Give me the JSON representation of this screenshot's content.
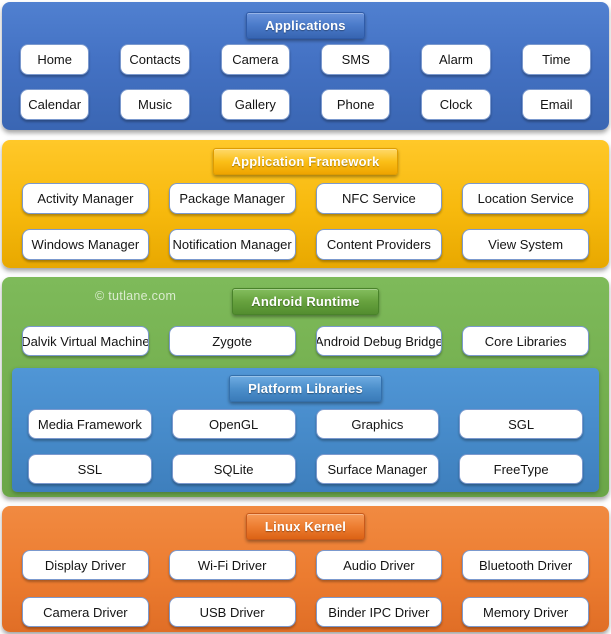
{
  "watermark": "© tutlane.com",
  "sections": {
    "applications": {
      "label": "Applications",
      "items": [
        "Home",
        "Contacts",
        "Camera",
        "SMS",
        "Alarm",
        "Time",
        "Calendar",
        "Music",
        "Gallery",
        "Phone",
        "Clock",
        "Email"
      ]
    },
    "application_framework": {
      "label": "Application Framework",
      "items": [
        "Activity Manager",
        "Package Manager",
        "NFC Service",
        "Location Service",
        "Windows Manager",
        "Notification Manager",
        "Content Providers",
        "View System"
      ]
    },
    "android_runtime": {
      "label": "Android Runtime",
      "items": [
        "Dalvik Virtual Machine",
        "Zygote",
        "Android Debug Bridge",
        "Core Libraries"
      ]
    },
    "platform_libraries": {
      "label": "Platform Libraries",
      "items": [
        "Media Framework",
        "OpenGL",
        "Graphics",
        "SGL",
        "SSL",
        "SQLite",
        "Surface Manager",
        "FreeType"
      ]
    },
    "linux_kernel": {
      "label": "Linux Kernel",
      "items": [
        "Display Driver",
        "Wi-Fi Driver",
        "Audio Driver",
        "Bluetooth Driver",
        "Camera Driver",
        "USB Driver",
        "Binder IPC Driver",
        "Memory Driver"
      ]
    }
  },
  "colors": {
    "applications_layer": "#4472c4",
    "application_framework_layer": "#f7b90d",
    "android_runtime_layer": "#74af4f",
    "platform_libraries_panel": "#468ac9",
    "linux_kernel_layer": "#ec7c30",
    "node_background": "#ffffff",
    "node_border": "#7b99ce",
    "badge_text": "#ffffff"
  }
}
